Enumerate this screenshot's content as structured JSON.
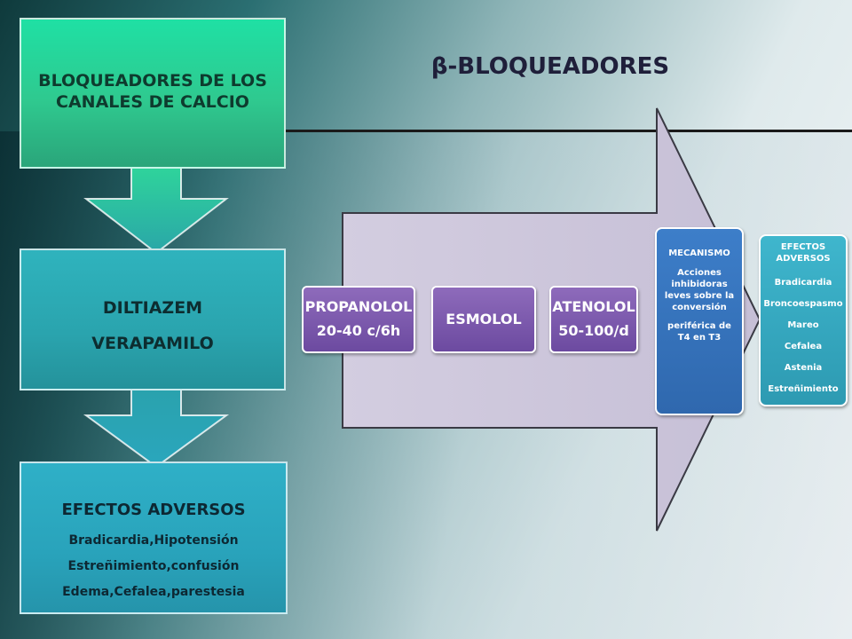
{
  "title": "β-BLOQUEADORES",
  "calcium": {
    "box1": "BLOQUEADORES DE LOS CANALES DE CALCIO",
    "drugs": [
      "DILTIAZEM",
      "VERAPAMILO"
    ],
    "effects_title": "EFECTOS ADVERSOS",
    "effects": [
      "Bradicardia,Hipotensión",
      "Estreñimiento,confusión",
      "Edema,Cefalea,parestesia"
    ]
  },
  "beta": {
    "drugs": [
      {
        "name": "PROPANOLOL",
        "dose": "20-40 c/6h"
      },
      {
        "name": "ESMOLOL",
        "dose": ""
      },
      {
        "name": "ATENOLOL",
        "dose": "50-100/d"
      }
    ],
    "mechanism": {
      "title": "MECANISMO",
      "text1": "Acciones inhibidoras leves sobre la conversión",
      "text2": "periférica de T4 en T3"
    },
    "effects": {
      "title": "EFECTOS ADVERSOS",
      "items": [
        "Bradicardia",
        "Broncoespasmo",
        "Mareo",
        "Cefalea",
        "Astenia",
        "Estreñimiento"
      ]
    }
  }
}
